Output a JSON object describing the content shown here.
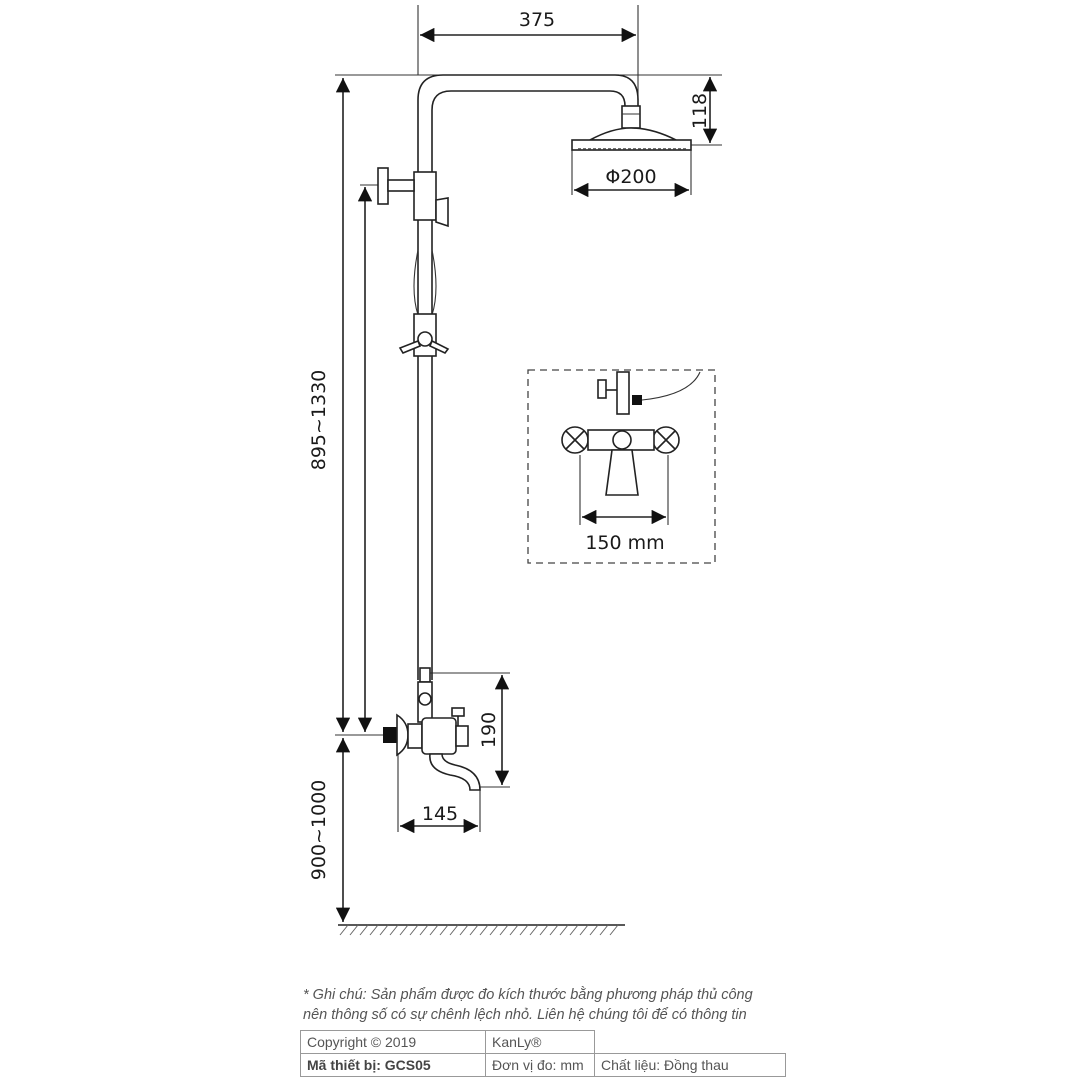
{
  "drawing": {
    "dimensions": {
      "arm_length": "375",
      "head_height": "118",
      "head_diameter": "Φ200",
      "total_height": "895~1330",
      "mount_height": "900~1000",
      "mixer_height": "190",
      "spout_length": "145",
      "inlet_spacing": "150 mm"
    }
  },
  "footer": {
    "note_line1": "* Ghi chú: Sản phẩm được đo kích thước bằng phương pháp thủ công",
    "note_line2": "nên thông số có sự chênh lệch nhỏ. Liên hệ chúng tôi để có thông tin",
    "copyright": "Copyright © 2019",
    "brand": "KanLy®",
    "model": "Mã thiết bị: GCS05",
    "unit": "Đơn vị đo: mm",
    "material": "Chất liệu: Đồng thau"
  }
}
